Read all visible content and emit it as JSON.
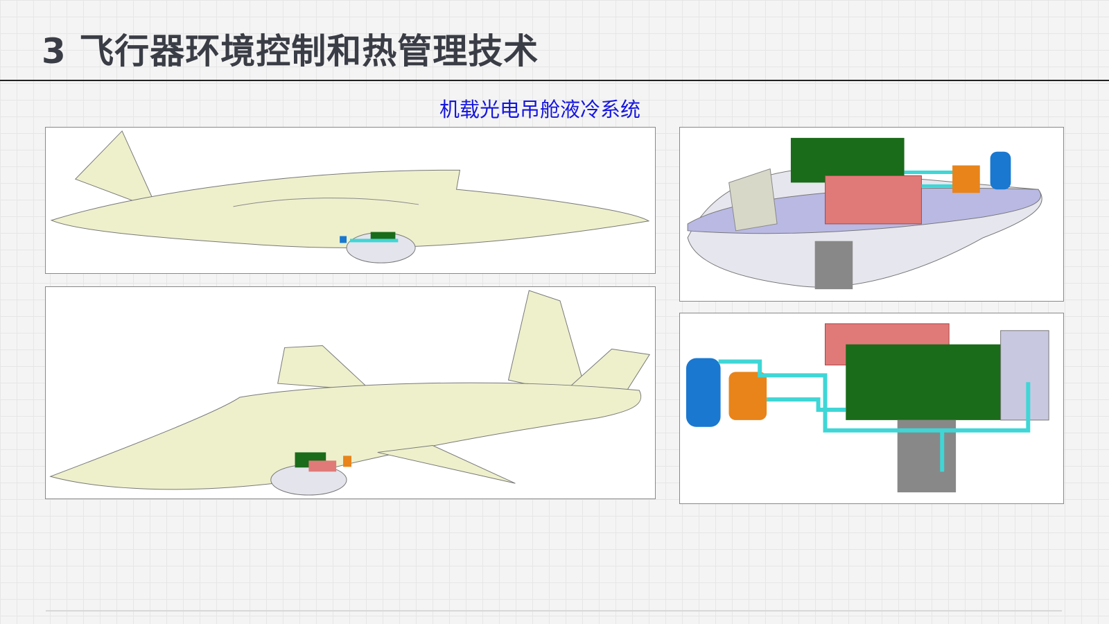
{
  "slide": {
    "title": "3 飞行器环境控制和热管理技术",
    "subtitle": "机载光电吊舱液冷系统"
  },
  "figures": [
    {
      "name": "aircraft-side-view"
    },
    {
      "name": "aircraft-perspective-view"
    },
    {
      "name": "pod-cooling-system-overview"
    },
    {
      "name": "cooling-system-components"
    }
  ],
  "colors": {
    "subtitle": "#1515e0",
    "fuselage": "#eef0cc",
    "module_green": "#1a6b1a",
    "module_red": "#e07a78",
    "pipe": "#3fd6d6",
    "pump": "#e8841a",
    "tank": "#1a78d0"
  }
}
